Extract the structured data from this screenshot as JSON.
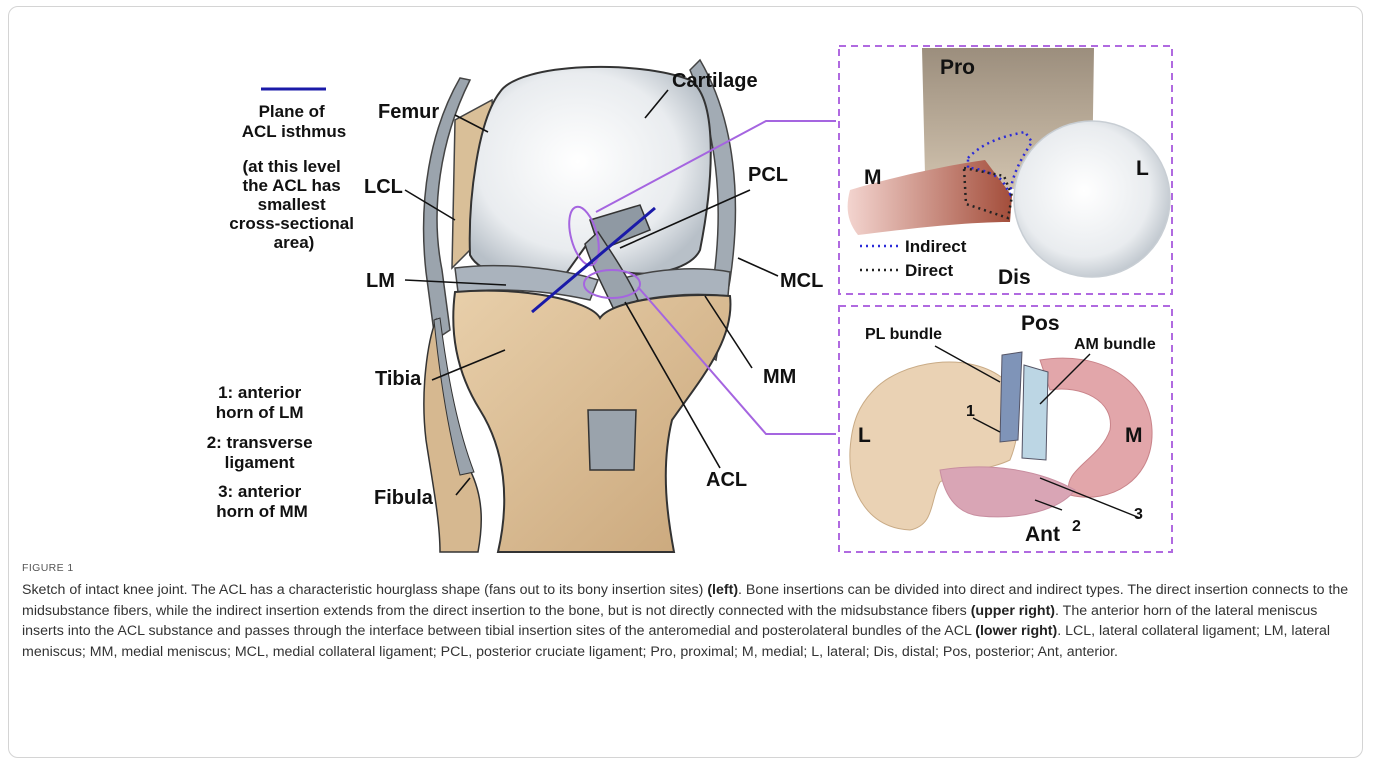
{
  "left_panel": {
    "legend_line_title": [
      "Plane of",
      "ACL isthmus"
    ],
    "legend_line_note": [
      "(at this level",
      "the ACL has",
      "smallest",
      "cross-sectional",
      "area)"
    ],
    "numbered_key": [
      [
        "1: anterior",
        "horn of LM"
      ],
      [
        "2: transverse",
        "ligament"
      ],
      [
        "3: anterior",
        "horn of MM"
      ]
    ],
    "labels": {
      "femur": "Femur",
      "cartilage": "Cartilage",
      "lcl": "LCL",
      "pcl": "PCL",
      "lm": "LM",
      "mcl": "MCL",
      "tibia": "Tibia",
      "mm": "MM",
      "fibula": "Fibula",
      "acl": "ACL"
    }
  },
  "upper_right": {
    "pro": "Pro",
    "m": "M",
    "l": "L",
    "dis": "Dis",
    "legend_indirect": "Indirect",
    "legend_direct": "Direct"
  },
  "lower_right": {
    "pos": "Pos",
    "pl_bundle": "PL bundle",
    "am_bundle": "AM bundle",
    "l": "L",
    "m": "M",
    "ant": "Ant",
    "n1": "1",
    "n2": "2",
    "n3": "3"
  },
  "colors": {
    "isthmus_line": "#1a1aa8",
    "callout_purple": "#a565e0",
    "indirect_dots": "#2b2bd8",
    "direct_dots": "#222222",
    "bone_tan": "#e2c8a3",
    "cartilage_white": "#f1f2f4",
    "ligament_gray": "#8c96a0"
  },
  "caption": {
    "figure_label": "FIGURE 1",
    "segments": [
      {
        "text": "Sketch of intact knee joint. The ACL has a characteristic hourglass shape (fans out to its bony insertion sites) ",
        "bold": false
      },
      {
        "text": "(left)",
        "bold": true
      },
      {
        "text": ". Bone insertions can be divided into direct and indirect types. The direct insertion connects to the midsubstance fibers, while the indirect insertion extends from the direct insertion to the bone, but is not directly connected with the midsubstance fibers ",
        "bold": false
      },
      {
        "text": "(upper right)",
        "bold": true
      },
      {
        "text": ". The anterior horn of the lateral meniscus inserts into the ACL substance and passes through the interface between tibial insertion sites of the anteromedial and posterolateral bundles of the ACL ",
        "bold": false
      },
      {
        "text": "(lower right)",
        "bold": true
      },
      {
        "text": ". LCL, lateral collateral ligament; LM, lateral meniscus; MM, medial meniscus; MCL, medial collateral ligament; PCL, posterior cruciate ligament; Pro, proximal; M, medial; L, lateral; Dis, distal; Pos, posterior; Ant, anterior.",
        "bold": false
      }
    ]
  }
}
